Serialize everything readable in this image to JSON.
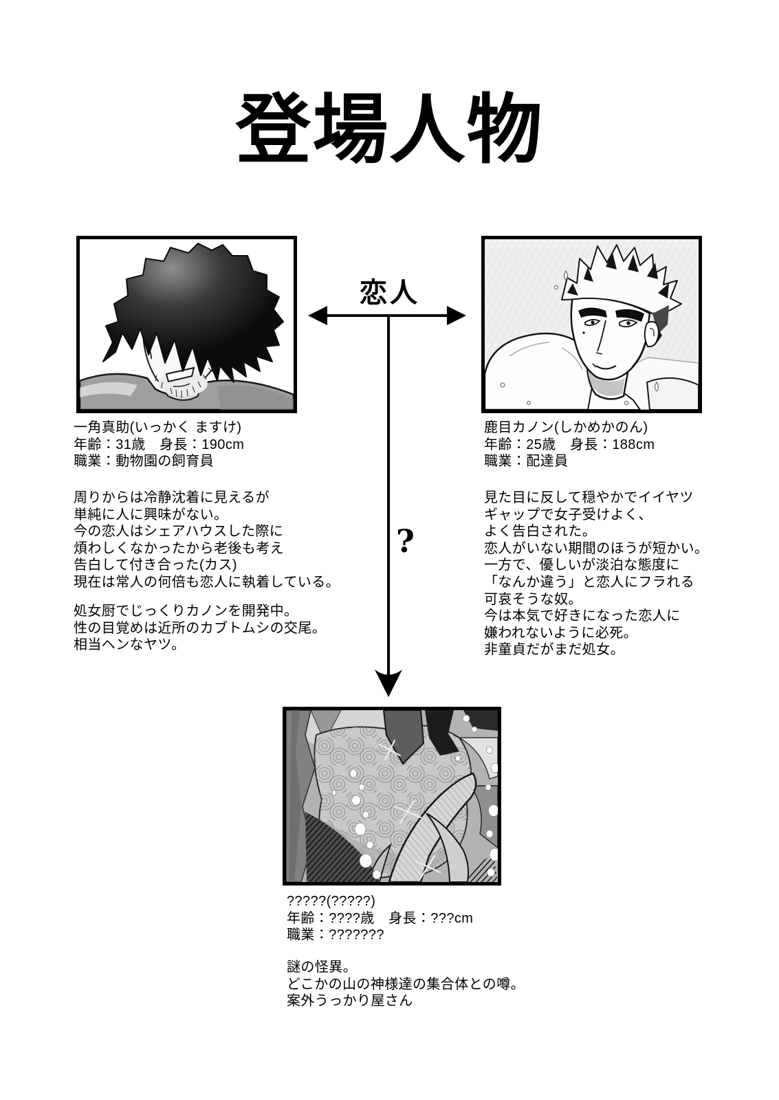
{
  "page": {
    "title": "登場人物"
  },
  "relations": {
    "lovers_label": "恋人",
    "question_label": "?"
  },
  "characters": {
    "masuke": {
      "name": "一角真助(いっかく ますけ)",
      "stats": "年齢：31歳　身長：190cm",
      "job": "職業：動物園の飼育員",
      "bio1": [
        "周りからは冷静沈着に見えるが",
        "単純に人に興味がない。",
        "今の恋人はシェアハウスした際に",
        "煩わしくなかったから老後も考え",
        "告白して付き合った(カス)",
        "現在は常人の何倍も恋人に執着している。"
      ],
      "bio2": [
        "処女厨でじっくりカノンを開発中。",
        "性の目覚めは近所のカブトムシの交尾。",
        "相当ヘンなヤツ。"
      ]
    },
    "kanon": {
      "name": "鹿目カノン(しかめかのん)",
      "stats": "年齢：25歳　身長：188cm",
      "job": "職業：配達員",
      "bio1": [
        "見た目に反して穏やかでイイヤツ",
        "ギャップで女子受けよく、",
        "よく告白された。",
        "恋人がいない期間のほうが短かい。",
        "一方で、優しいが淡泊な態度に",
        "「なんか違う」と恋人にフラれる",
        "可哀そうな奴。",
        "今は本気で好きになった恋人に",
        "嫌われないように必死。",
        "非童貞だがまだ処女。"
      ]
    },
    "mystery": {
      "name": "?????(?????)",
      "stats": "年齢：????歳　身長：???cm",
      "job": "職業：???????",
      "bio1": [
        "謎の怪異。",
        "どこかの山の神様達の集合体との噂。",
        "案外うっかり屋さん"
      ]
    }
  },
  "colors": {
    "ink": "#000000",
    "paper": "#ffffff",
    "panel_grey": "#b3b3b3"
  }
}
